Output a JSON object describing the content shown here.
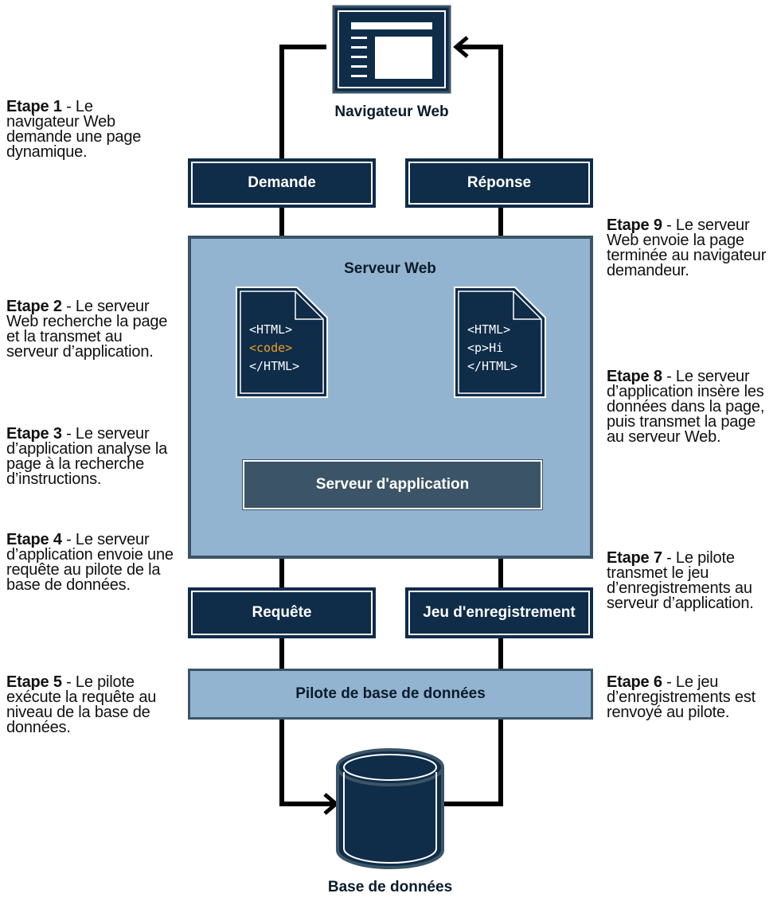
{
  "nodes": {
    "browser": "Navigateur Web",
    "request": "Demande",
    "response": "Réponse",
    "web_server": "Serveur Web",
    "app_server": "Serveur d'application",
    "query": "Requête",
    "recordset": "Jeu d'enregistrement",
    "driver": "Pilote de base de données",
    "database": "Base de données"
  },
  "docs": {
    "left": [
      "<HTML>",
      "<code>",
      "</HTML>"
    ],
    "right": [
      "<HTML>",
      "<p>Hi",
      "</HTML>"
    ]
  },
  "steps": [
    {
      "title": "Etape 1",
      "text": " - Le navigateur Web demande une page dynamique."
    },
    {
      "title": "Etape 2",
      "text": " - Le serveur Web recherche la page et la transmet au serveur d’application."
    },
    {
      "title": "Etape 3",
      "text": " - Le serveur d’application analyse la page à la recherche d’instructions."
    },
    {
      "title": "Etape 4",
      "text": " - Le serveur d’application envoie une requête au pilote de la base de données."
    },
    {
      "title": "Etape 5",
      "text": " - Le pilote exécute la requête au niveau de la base de données."
    },
    {
      "title": "Etape 6",
      "text": " - Le jeu d’enregistrements est renvoyé au pilote."
    },
    {
      "title": "Etape 7",
      "text": " - Le pilote transmet le jeu d’enregistrements au serveur d’application."
    },
    {
      "title": "Etape 8",
      "text": " - Le serveur d’application insère les données dans la page, puis transmet la page au serveur Web."
    },
    {
      "title": "Etape 9",
      "text": " - Le serveur Web envoie la page terminée au navigateur demandeur."
    }
  ],
  "colors": {
    "dark_navy": "#0f2c49",
    "slate": "#3b5467",
    "light_blue": "#93b4d0",
    "code_highlight": "#f0a020"
  }
}
